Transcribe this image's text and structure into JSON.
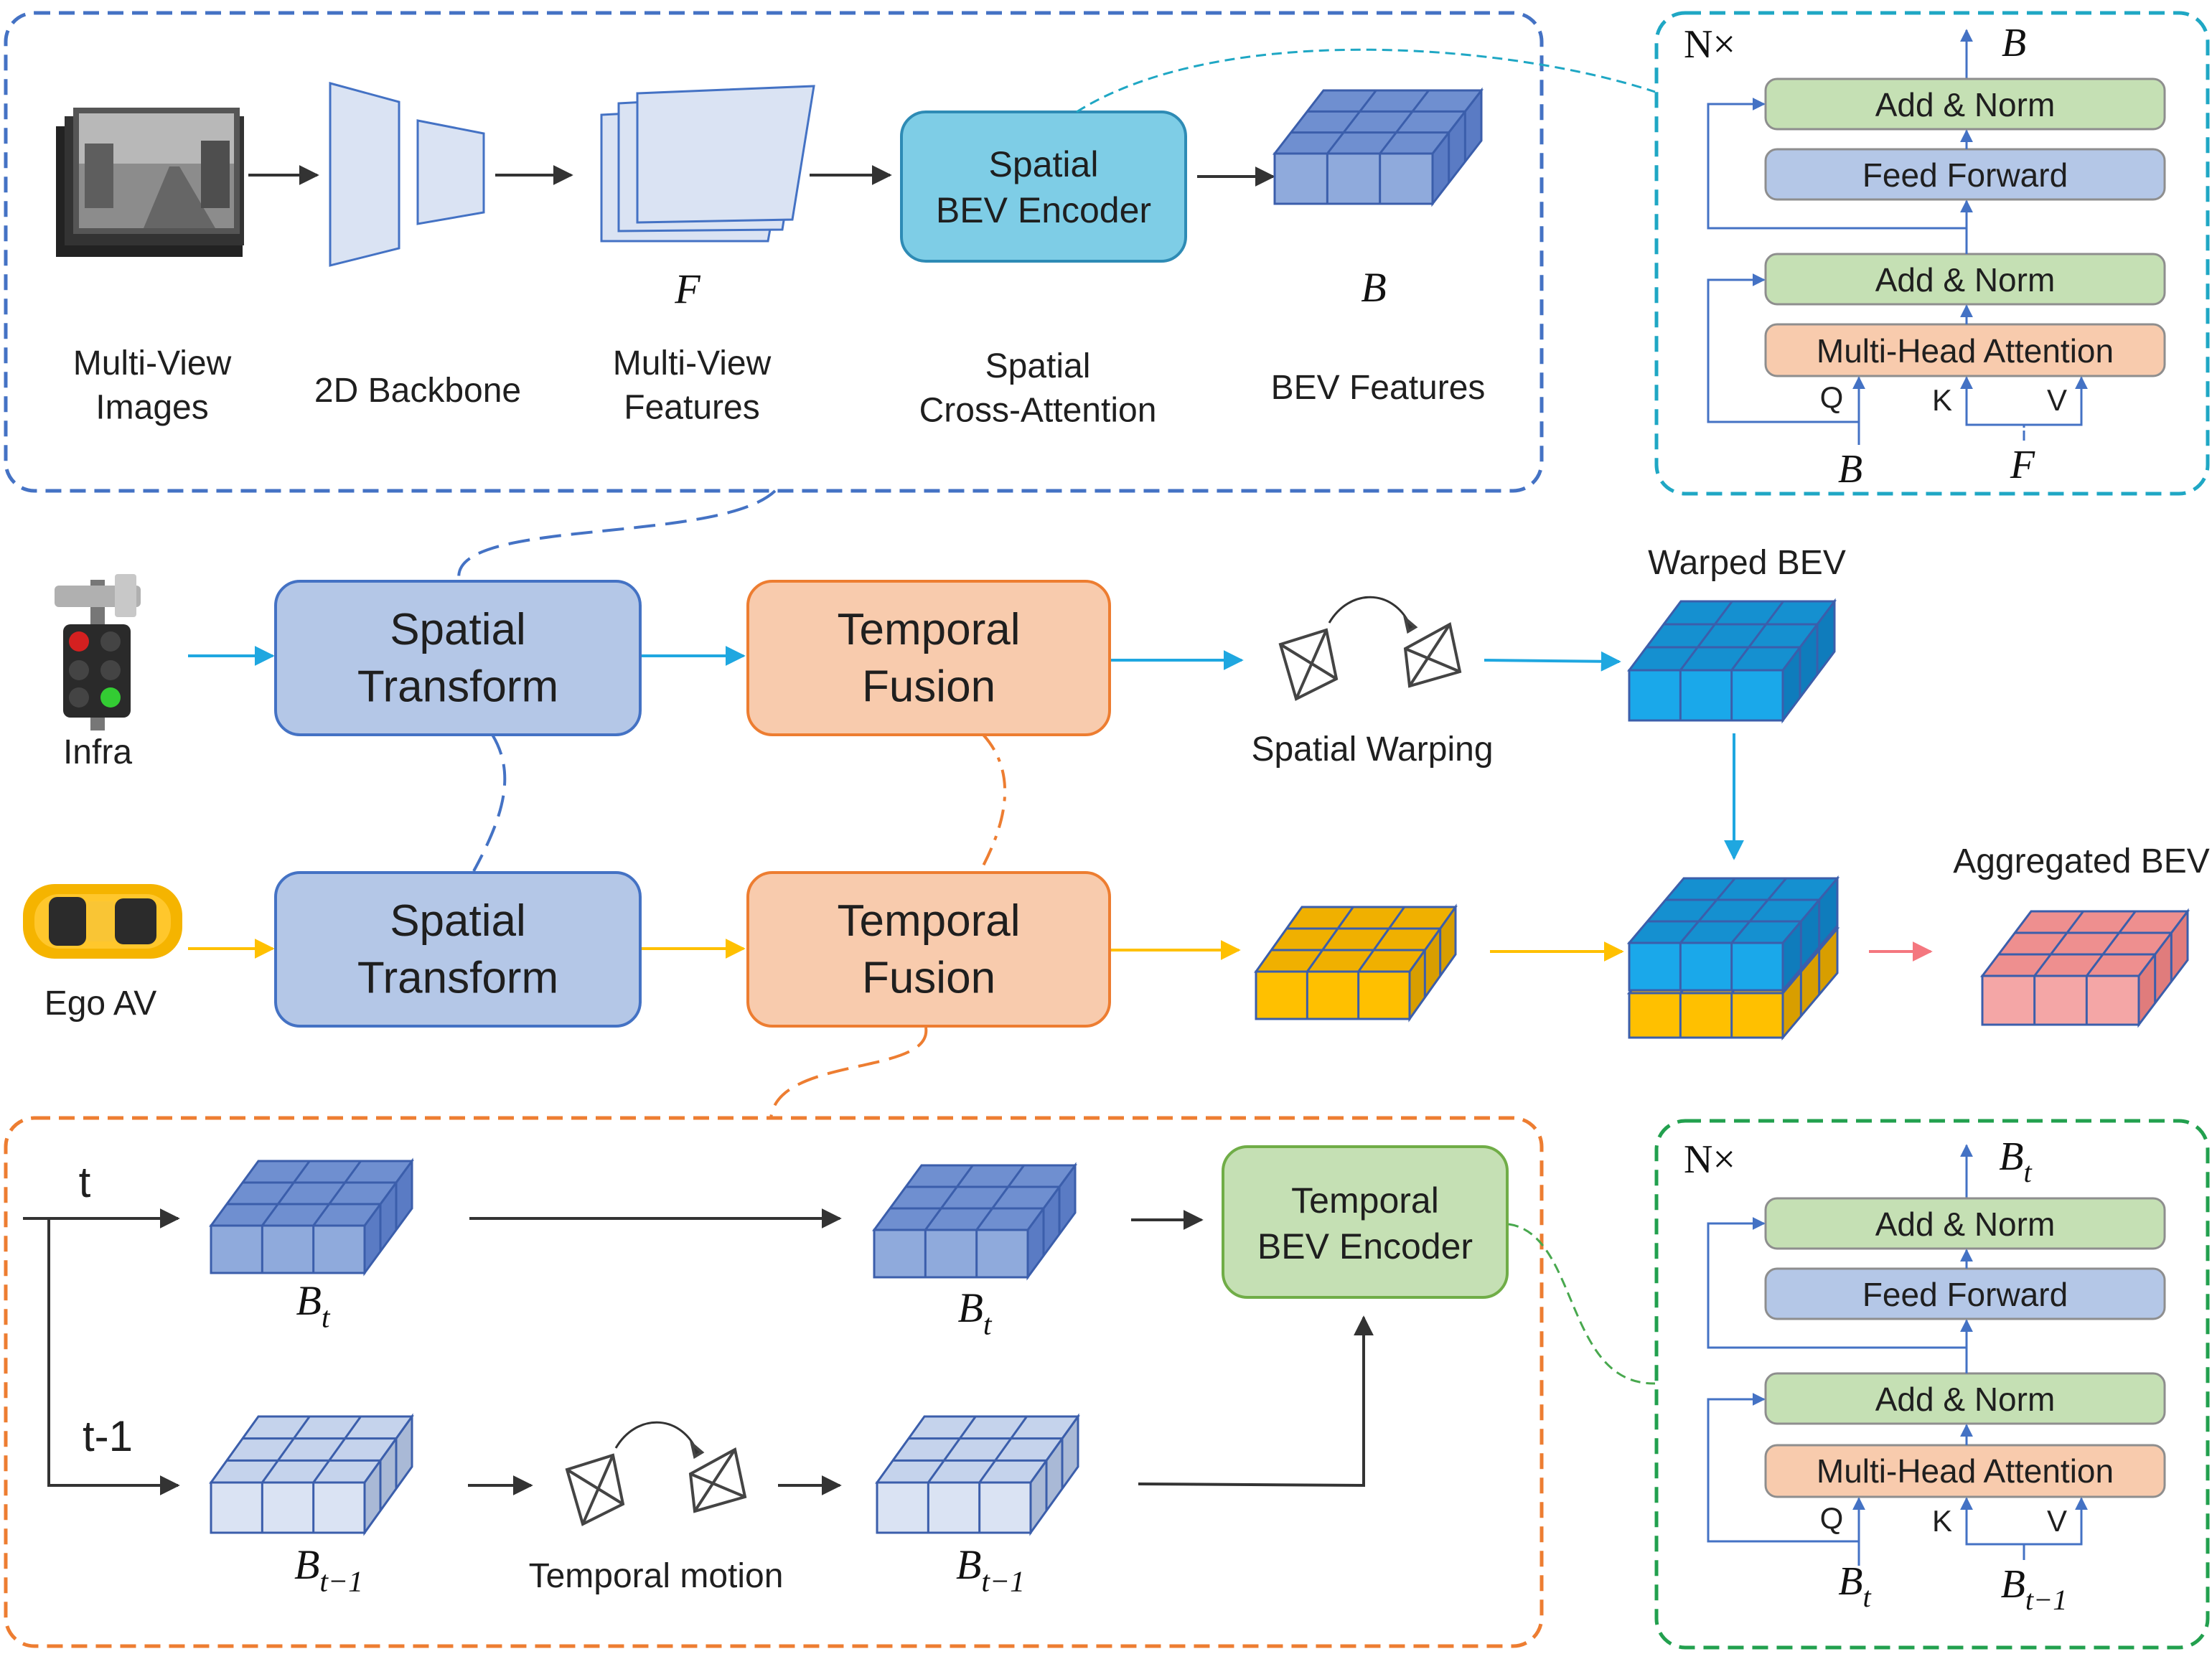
{
  "colors": {
    "spatial_blue": "#b4c7e7",
    "spatial_blue_border": "#4472c4",
    "temporal_orange": "#f8cbad",
    "temporal_orange_border": "#ed7d31",
    "encoder_cyan": "#7ecde6",
    "encoder_green": "#c5e0b4",
    "encoder_green_border": "#70ad47",
    "infra_arrow": "#1fa7e0",
    "ego_arrow": "#ffc000",
    "agg_arrow": "#f4777f",
    "bev_blue": "#8faadc",
    "bev_light": "#dae3f3",
    "bev_cyan": "#1aa8ea",
    "bev_yellow": "#ffc000",
    "bev_pink": "#f4a6a6"
  },
  "icons": [
    "traffic-light-icon",
    "car-icon",
    "camera-images-icon",
    "warp-icon"
  ],
  "top_pipeline": {
    "input_label": "Multi-View\nImages",
    "backbone_label": "2D Backbone",
    "features_symbol": "F",
    "features_label": "Multi-View\nFeatures",
    "encoder_box": "Spatial\nBEV Encoder",
    "encoder_label": "Spatial\nCross-Attention",
    "bev_symbol": "B",
    "bev_label": "BEV Features"
  },
  "spatial_encoder_detail": {
    "repeat": "N×",
    "output": "B",
    "add_norm_top": "Add & Norm",
    "feed_forward": "Feed Forward",
    "add_norm_bottom": "Add & Norm",
    "attention": "Multi-Head Attention",
    "q": "Q",
    "k": "K",
    "v": "V",
    "input_q": "B",
    "input_kv": "F"
  },
  "middle": {
    "infra_label": "Infra",
    "ego_label": "Ego AV",
    "spatial_transform": "Spatial\nTransform",
    "temporal_fusion": "Temporal\nFusion",
    "spatial_warping": "Spatial Warping",
    "warped_bev": "Warped BEV",
    "aggregated_bev": "Aggregated BEV"
  },
  "bottom_pipeline": {
    "t_label": "t",
    "t1_label": "t-1",
    "bt": "B",
    "bt_sub": "t",
    "bt1": "B",
    "bt1_sub": "t−1",
    "temporal_motion": "Temporal motion",
    "encoder_box": "Temporal\nBEV Encoder"
  },
  "temporal_encoder_detail": {
    "repeat": "N×",
    "output": "B",
    "output_sub": "t",
    "add_norm_top": "Add & Norm",
    "feed_forward": "Feed Forward",
    "add_norm_bottom": "Add & Norm",
    "attention": "Multi-Head Attention",
    "q": "Q",
    "k": "K",
    "v": "V",
    "input_q": "B",
    "input_q_sub": "t",
    "input_kv": "B",
    "input_kv_sub": "t−1"
  }
}
